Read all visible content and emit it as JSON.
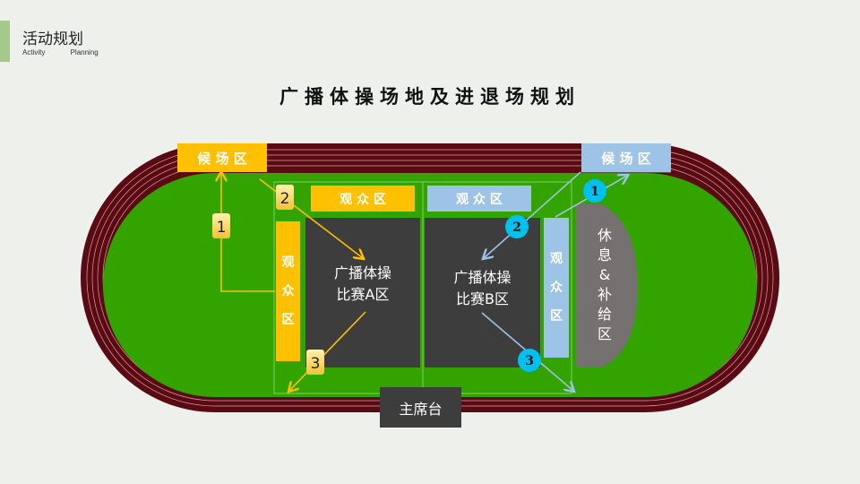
{
  "header": {
    "section_title": "活动规划",
    "section_sub_1": "Activity",
    "section_sub_2": "Planning"
  },
  "page_title": "广播体操场地及进退场规划",
  "zones": {
    "waiting_left": "候 场 区",
    "waiting_right": "候 场 区",
    "audience_top_left": "观 众 区",
    "audience_top_right": "观 众 区",
    "audience_left_vertical": "观\n众\n区",
    "audience_right_vertical": "观\n众\n区",
    "competition_a_line1": "广播体操",
    "competition_a_line2": "比赛A区",
    "competition_b_line1": "广播体操",
    "competition_b_line2": "比赛B区",
    "rest_supply": "休\n息\n&\n补\n给\n区",
    "main_stand": "主席台"
  },
  "routes": {
    "left": [
      "1",
      "2",
      "3"
    ],
    "right": [
      "1",
      "2",
      "3"
    ]
  },
  "colors": {
    "track": "#5a0a12",
    "field": "#33a300",
    "yellow": "#ffc000",
    "blue": "#9dc3e6",
    "dark": "#3d3d3d",
    "rest": "#767171",
    "cyan": "#00c0ef"
  }
}
